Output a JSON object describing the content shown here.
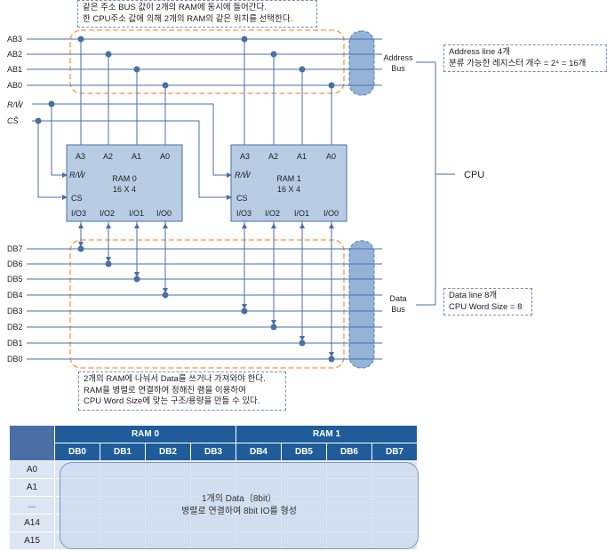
{
  "notes": {
    "top_line1": "같은 주소 BUS 값이 2개의 RAM에 동시에 들어간다.",
    "top_line2": "한 CPU주소 값에 의해 2개의 RAM의 같은 위치를 선택한다.",
    "address_line1": "Address line 4개",
    "address_line2": "분류 가능한 레지스터 개수 = 2⁴ = 16개",
    "data_line1": "Data line 8개",
    "data_line2": "CPU Word Size = 8",
    "bottom_line1": "2개의 RAM에 나눠서 Data를 쓰거나 가져와야 한다.",
    "bottom_line2": "RAM을 병렬로 연결하여 정해진 램을 이용하여",
    "bottom_line3": "CPU Word Size에 맞는 구조/용량을 만들 수 있다."
  },
  "address_lines": [
    "AB3",
    "AB2",
    "AB1",
    "AB0"
  ],
  "control": {
    "rw": "R/W̄",
    "cs": "CS̄"
  },
  "data_lines": [
    "DB7",
    "DB6",
    "DB5",
    "DB4",
    "DB3",
    "DB2",
    "DB1",
    "DB0"
  ],
  "bus_labels": {
    "address_1": "Address",
    "address_2": "Bus",
    "data_1": "Data",
    "data_2": "Bus",
    "cpu": "CPU"
  },
  "ram0": {
    "name": "RAM 0",
    "size": "16 X 4",
    "addr_pins": [
      "A3",
      "A2",
      "A1",
      "A0"
    ],
    "io_pins": [
      "I/O3",
      "I/O2",
      "I/O1",
      "I/O0"
    ],
    "rw_pin": "R/W̄",
    "cs_pin": "CS"
  },
  "ram1": {
    "name": "RAM 1",
    "size": "16 X 4",
    "addr_pins": [
      "A3",
      "A2",
      "A1",
      "A0"
    ],
    "io_pins": [
      "I/O3",
      "I/O2",
      "I/O1",
      "I/O0"
    ],
    "rw_pin": "R/W̄",
    "cs_pin": "CS"
  },
  "table": {
    "groups": [
      "RAM 0",
      "RAM 1"
    ],
    "columns": [
      "DB0",
      "DB1",
      "DB2",
      "DB3",
      "DB4",
      "DB5",
      "DB6",
      "DB7"
    ],
    "rows": [
      "A0",
      "A1",
      "...",
      "A14",
      "A15"
    ],
    "overlay_line1": "1개의 Data（8bit）",
    "overlay_line2": "병렬로 연결하여 8bit IO를 형성"
  },
  "colors": {
    "chip_fill": "#b8cce4",
    "bus_fill": "#95b3d7",
    "dashed_orange": "#f79646",
    "header_blue": "#1f5c99",
    "row_header_blue": "#4a6fa5",
    "cell_light": "#dce6f2"
  }
}
